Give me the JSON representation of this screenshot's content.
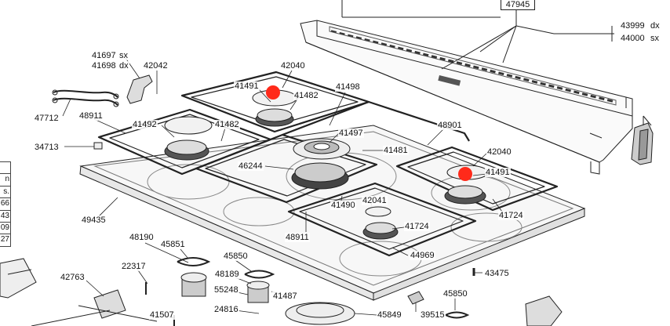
{
  "diagram": {
    "marker_color": "#ff2a1a",
    "labels": [
      {
        "id": "47945",
        "text": "47945"
      },
      {
        "id": "43999",
        "text": "43999"
      },
      {
        "id": "44000",
        "text": "44000"
      },
      {
        "id": "dx1",
        "text": "dx"
      },
      {
        "id": "sx1",
        "text": "sx"
      },
      {
        "id": "41697",
        "text": "41697"
      },
      {
        "id": "sxa",
        "text": "sx"
      },
      {
        "id": "41698",
        "text": "41698"
      },
      {
        "id": "dxa",
        "text": "dx"
      },
      {
        "id": "42042",
        "text": "42042"
      },
      {
        "id": "42040a",
        "text": "42040"
      },
      {
        "id": "41491a",
        "text": "41491"
      },
      {
        "id": "41482a",
        "text": "41482"
      },
      {
        "id": "41498",
        "text": "41498"
      },
      {
        "id": "47712",
        "text": "47712"
      },
      {
        "id": "48911a",
        "text": "48911"
      },
      {
        "id": "41492",
        "text": "41492"
      },
      {
        "id": "41482b",
        "text": "41482"
      },
      {
        "id": "41497",
        "text": "41497"
      },
      {
        "id": "48901",
        "text": "48901"
      },
      {
        "id": "34713",
        "text": "34713"
      },
      {
        "id": "41481",
        "text": "41481"
      },
      {
        "id": "42040b",
        "text": "42040"
      },
      {
        "id": "46244",
        "text": "46244"
      },
      {
        "id": "41491b",
        "text": "41491"
      },
      {
        "id": "41490",
        "text": "41490"
      },
      {
        "id": "42041",
        "text": "42041"
      },
      {
        "id": "41724a",
        "text": "41724"
      },
      {
        "id": "49435",
        "text": "49435"
      },
      {
        "id": "41724b",
        "text": "41724"
      },
      {
        "id": "48911b",
        "text": "48911"
      },
      {
        "id": "48190",
        "text": "48190"
      },
      {
        "id": "45851",
        "text": "45851"
      },
      {
        "id": "44969",
        "text": "44969"
      },
      {
        "id": "22317",
        "text": "22317"
      },
      {
        "id": "45850a",
        "text": "45850"
      },
      {
        "id": "42763",
        "text": "42763"
      },
      {
        "id": "48189",
        "text": "48189"
      },
      {
        "id": "43475",
        "text": "43475"
      },
      {
        "id": "55248",
        "text": "55248"
      },
      {
        "id": "41487",
        "text": "41487"
      },
      {
        "id": "45850b",
        "text": "45850"
      },
      {
        "id": "24816",
        "text": "24816"
      },
      {
        "id": "41507",
        "text": "41507"
      },
      {
        "id": "45849",
        "text": "45849"
      },
      {
        "id": "39515",
        "text": "39515"
      }
    ],
    "table_cells": [
      "",
      "n",
      "s.",
      "66",
      "43",
      "09",
      "27"
    ]
  }
}
